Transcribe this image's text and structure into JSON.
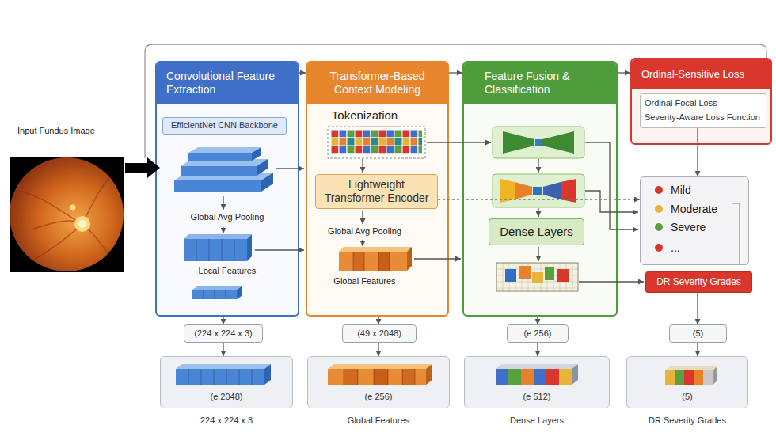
{
  "diagram": {
    "nodes": [
      {
        "text": [
          "Convolutional Feature Extraction",
          "Global Avg Pooling",
          "Local Features"
        ]
      },
      {
        "text": [
          "EfficientNet CNN Backbone"
        ],
        "in": 0
      },
      {
        "text": [
          "Transformer-Based Context Modeling",
          "Tokenization",
          "Global Avg Pooling",
          "Global Features"
        ]
      },
      {
        "text": [
          "Lightweight Transformer Encoder"
        ],
        "in": 2
      },
      {
        "text": [
          "Feature Fusion & Classification"
        ]
      },
      {
        "text": [
          "Dense Layers"
        ],
        "in": 4
      },
      {
        "text": [
          "Ordinal-Sensitive Loss"
        ]
      },
      {
        "text": [
          "Ordinal Focal Loss",
          "Severity-Aware Loss Function"
        ],
        "in": 6
      },
      {
        "text": [
          "Mild",
          "Moderate",
          "Severe",
          "..."
        ]
      },
      {
        "text": [
          "DR Severity Grades"
        ]
      },
      {
        "text": [
          "(224 x 224 x 3)"
        ]
      },
      {
        "text": [
          "(49 x 2048)"
        ]
      },
      {
        "text": [
          "(e 256)"
        ]
      },
      {
        "text": [
          "(5)"
        ]
      },
      {
        "text": [
          "(e 2048)"
        ]
      },
      {
        "text": [
          "(e 256)"
        ]
      },
      {
        "text": [
          "(e 512)"
        ]
      },
      {
        "text": [
          "(5)"
        ]
      }
    ],
    "edges": [
      {
        "from": 0,
        "to": 2,
        "arrow": "to"
      },
      {
        "from": 2,
        "to": 4,
        "arrow": "to"
      },
      {
        "from": 4,
        "to": 6,
        "arrow": "to"
      },
      {
        "from": 3,
        "to": 8,
        "arrow": "to"
      },
      {
        "from": 7,
        "to": 8,
        "arrow": "to"
      },
      {
        "from": 0,
        "to": 10,
        "arrow": "to"
      },
      {
        "from": 2,
        "to": 11,
        "arrow": "to"
      },
      {
        "from": 4,
        "to": 12,
        "arrow": "to"
      },
      {
        "from": 9,
        "to": 13,
        "arrow": "to"
      },
      {
        "from": 10,
        "to": 14,
        "arrow": "to"
      },
      {
        "from": 11,
        "to": 15,
        "arrow": "to"
      },
      {
        "from": 12,
        "to": 16,
        "arrow": "to"
      },
      {
        "from": 13,
        "to": 17,
        "arrow": "to"
      }
    ],
    "labels": [
      "Input Fundus Image",
      "224 x 224 x 3",
      "Global Features",
      "Dense Layers",
      "DR Severity Grades"
    ]
  }
}
